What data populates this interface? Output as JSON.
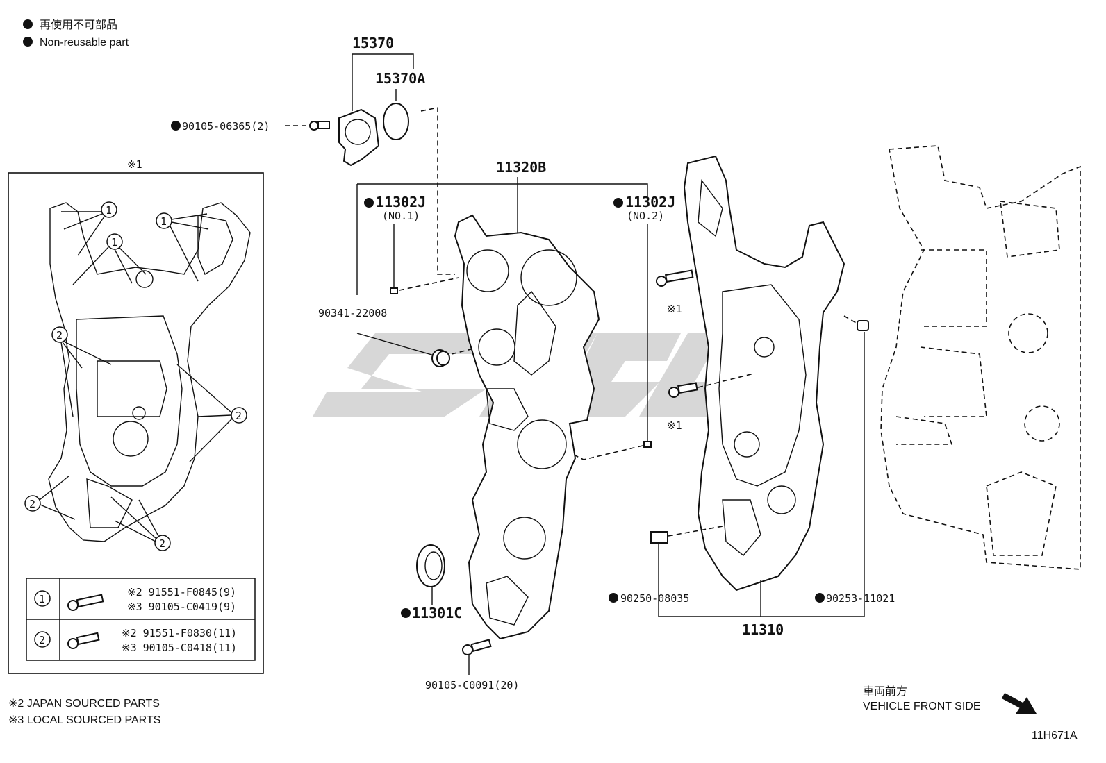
{
  "legend": {
    "jp_label": "再使用不可部品",
    "en_label": "Non-reusable part"
  },
  "notes": {
    "japan_sourced": "※2 JAPAN SOURCED PARTS",
    "local_sourced": "※3 LOCAL SOURCED PARTS"
  },
  "inset": {
    "title": "※1",
    "callout_1": "1",
    "callout_2": "2",
    "table": [
      {
        "key": "1",
        "line1": "※2 91551-F0845(9)",
        "line2": "※3 90105-C0419(9)"
      },
      {
        "key": "2",
        "line1": "※2 91551-F0830(11)",
        "line2": "※3 90105-C0418(11)"
      }
    ]
  },
  "parts": {
    "p15370": "15370",
    "p15370A": "15370A",
    "p90105_06365": "90105-06365(2)",
    "p11320B": "11320B",
    "p11302J_1": "11302J",
    "p11302J_1_sub": "(NO.1)",
    "p11302J_2": "11302J",
    "p11302J_2_sub": "(NO.2)",
    "p90341": "90341-22008",
    "p11301C": "11301C",
    "p90105_C0091": "90105-C0091(20)",
    "p90250": "90250-08035",
    "p90253": "90253-11021",
    "p11310": "11310",
    "ref1a": "※1",
    "ref1b": "※1"
  },
  "direction": {
    "jp": "車両前方",
    "en": "VEHICLE FRONT SIDE"
  },
  "figure_id": "11H671A"
}
